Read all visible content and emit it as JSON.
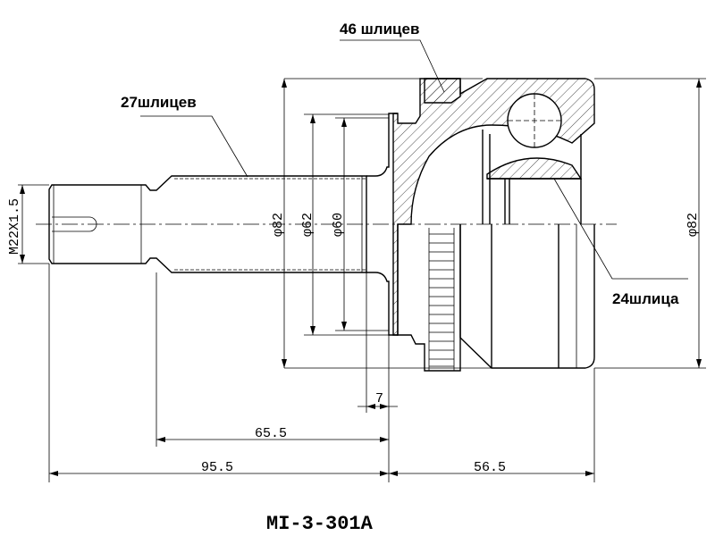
{
  "labels": {
    "outer_splines": "46 шлицев",
    "shaft_splines": "27шлицев",
    "inner_splines": "24шлица"
  },
  "dimensions": {
    "thread": "M22X1.5",
    "dia_outer_left": "φ82",
    "dia_62": "φ62",
    "dia_60": "φ60",
    "dia_outer_right": "φ82",
    "len_7": "7",
    "len_65_5": "65.5",
    "len_95_5": "95.5",
    "len_56_5": "56.5"
  },
  "part_number": "MI-3-301A"
}
